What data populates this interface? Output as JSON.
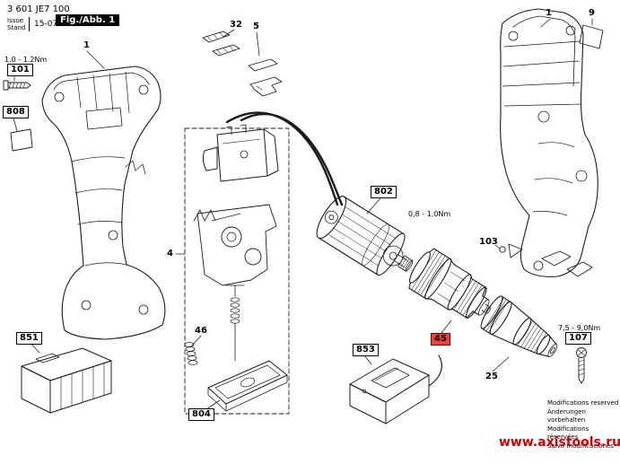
{
  "header": {
    "type_number": "3 601 JE7 100",
    "issue_label": "Issue",
    "stand_label": "Stand",
    "date": "15-07-27",
    "figure_label": "Fig./Abb. 1"
  },
  "annotations": {
    "torque_screw_left": "1.0 - 1.2Nm",
    "torque_motor": "0,8 - 1,0Nm",
    "torque_screw_right": "7,5 - 9,0Nm"
  },
  "callouts": {
    "housing_left": "1",
    "screw_left": "101",
    "label_sticker": "808",
    "battery": "851",
    "slider_parts": "32",
    "button_parts": "5",
    "switch_group": "4",
    "spring": "46",
    "base_plate": "804",
    "motor": "802",
    "charger": "853",
    "gearbox": "45",
    "chuck": "25",
    "small_parts": "103",
    "housing_right": "1",
    "nameplate": "9",
    "screw_right": "107"
  },
  "footer": {
    "notes": [
      "Modifications reserved",
      "Änderungen vorbehalten",
      "Modifications réservées",
      "Salvo modificaciones"
    ],
    "website": "www.axistools.ru"
  },
  "colors": {
    "highlight_bg": "#ef4136",
    "website_red": "#d40000"
  }
}
